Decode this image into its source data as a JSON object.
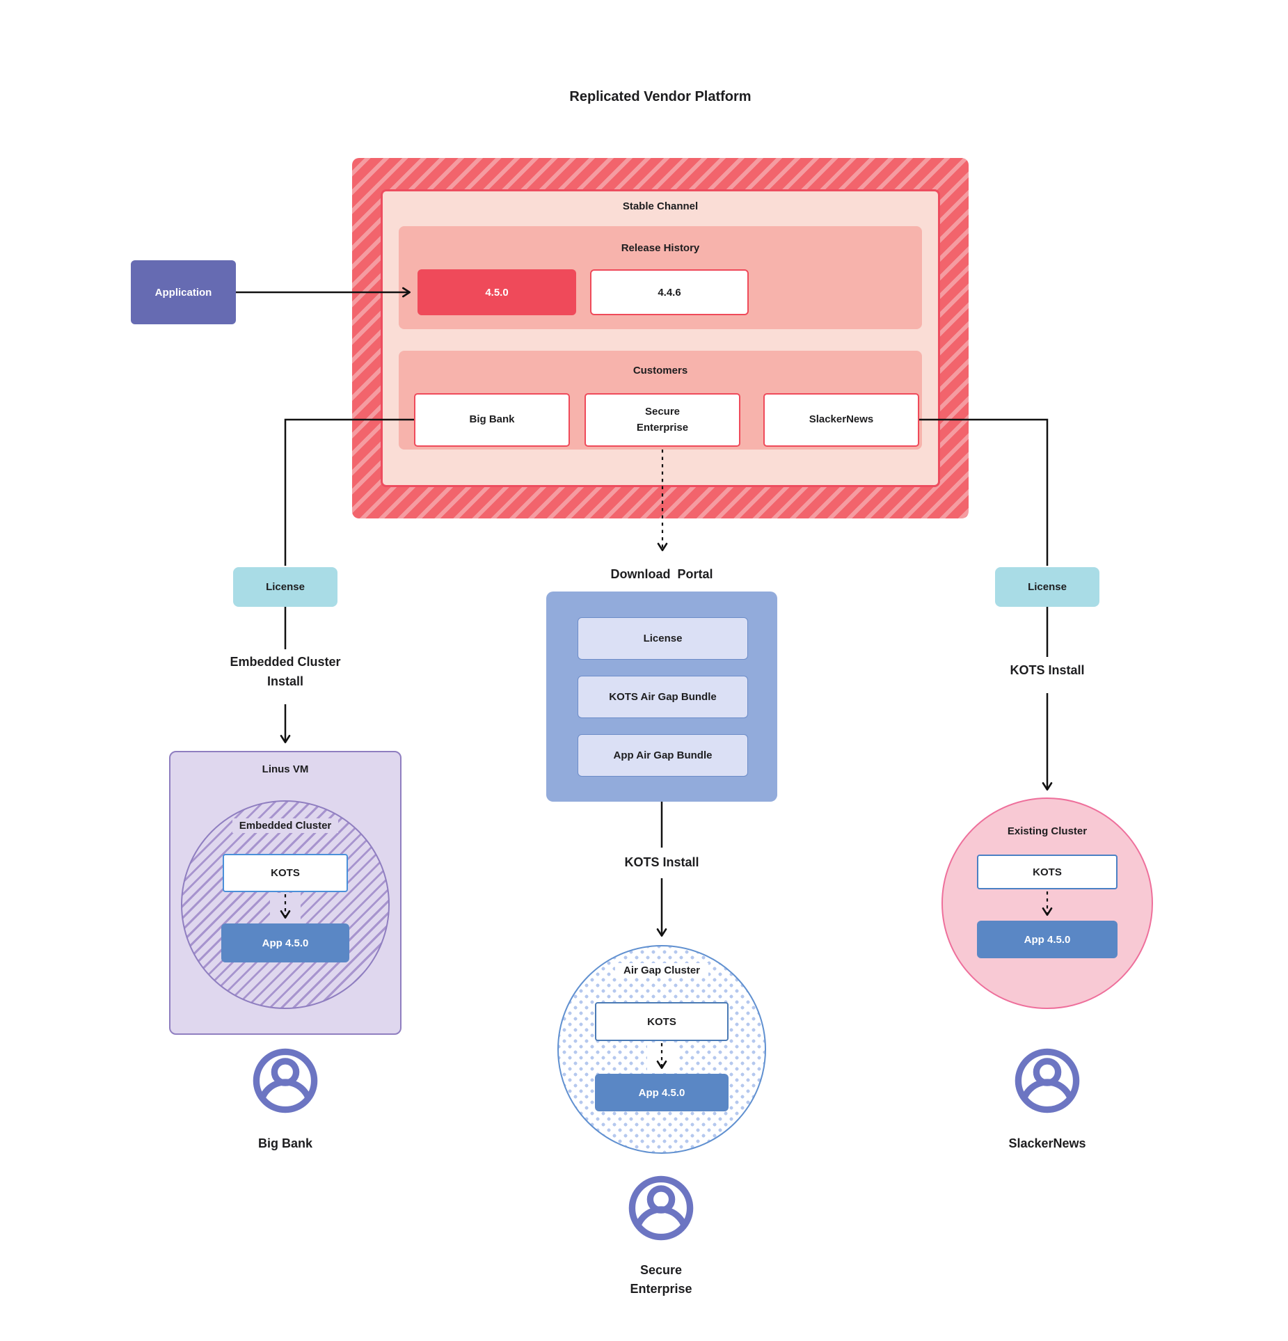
{
  "title": "Replicated Vendor Platform",
  "platform": {
    "stable_channel": {
      "label": "Stable Channel",
      "release_history": {
        "label": "Release History",
        "current_release": "4.5.0",
        "previous_release": "4.4.6"
      },
      "customers": {
        "label": "Customers",
        "items": [
          "Big Bank",
          "Secure\nEnterprise",
          "SlackerNews"
        ]
      }
    }
  },
  "application": {
    "label": "Application"
  },
  "left_flow": {
    "license_label": "License",
    "install_label": "Embedded Cluster\nInstall",
    "vm_label": "Linus VM",
    "cluster_label": "Embedded Cluster",
    "kots_label": "KOTS",
    "app_label": "App 4.5.0",
    "customer_label": "Big Bank"
  },
  "middle_flow": {
    "portal_label": "Download  Portal",
    "portal_items": [
      "License",
      "KOTS Air Gap Bundle",
      "App Air Gap Bundle"
    ],
    "install_label": "KOTS Install",
    "cluster_label": "Air Gap Cluster",
    "kots_label": "KOTS",
    "app_label": "App 4.5.0",
    "customer_label": "Secure\nEnterprise"
  },
  "right_flow": {
    "license_label": "License",
    "install_label": "KOTS Install",
    "cluster_label": "Existing Cluster",
    "kots_label": "KOTS",
    "app_label": "App 4.5.0",
    "customer_label": "SlackerNews"
  },
  "colors": {
    "accent_red": "#EF4A5A",
    "salmon": "#F7B3AC",
    "light_pink": "#FADDD6",
    "hatch_red_base": "#F2646C",
    "hatch_red_stripe": "#F59CA1",
    "indigo": "#666BB2",
    "teal": "#A9DCE6",
    "portal_blue": "#92ABDB",
    "bundle_lavender": "#DBE0F5",
    "app_blue": "#5A87C5",
    "vm_purple_bg": "#DFD7EE",
    "vm_purple_border": "#8F7EC0",
    "pink_circle": "#F8C9D4",
    "pink_circle_border": "#EE6F9B",
    "person_icon": "#6C75C2"
  }
}
